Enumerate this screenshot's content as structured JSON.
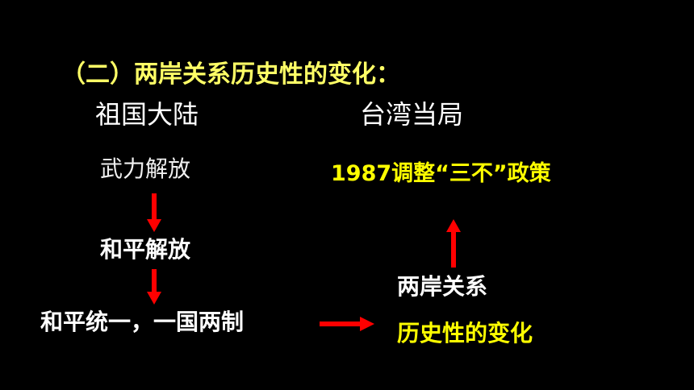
{
  "heading": "（二）两岸关系历史性的变化：",
  "columns": {
    "mainland": "祖国大陆",
    "taiwan": "台湾当局"
  },
  "mainland_steps": [
    "武力解放",
    "和平解放",
    "和平统一，一国两制"
  ],
  "taiwan_policy": "1987调整“三不”政策",
  "relation": {
    "line1": "两岸关系",
    "line2": "历史性的变化"
  },
  "colors": {
    "background": "#000000",
    "heading": "#FFFF66",
    "highlight": "#FFFF00",
    "text": "#FFFFFF",
    "arrow": "#FF0000"
  },
  "icons": [
    "arrow-down-icon",
    "arrow-down-icon",
    "arrow-right-icon",
    "arrow-up-icon"
  ]
}
